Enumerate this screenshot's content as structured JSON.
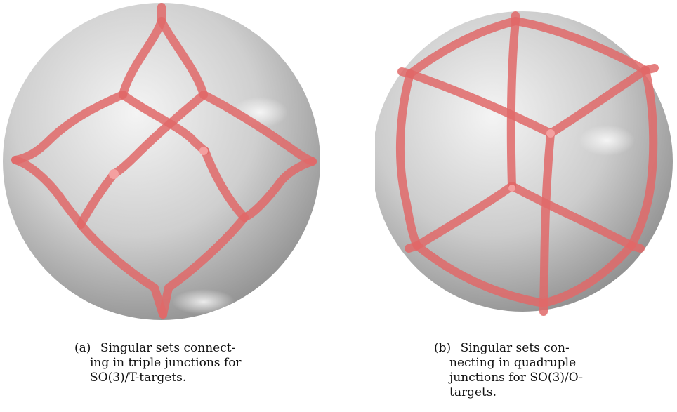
{
  "figure": {
    "panels": [
      {
        "id": "a",
        "label": "(a)",
        "caption_lines": [
          "Singular sets connect-",
          "ing in triple junctions for",
          "SO(3)/T-targets."
        ]
      },
      {
        "id": "b",
        "label": "(b)",
        "caption_lines": [
          "Singular   sets   con-",
          "necting    in    quadruple",
          "junctions for SO(3)/O-",
          "targets."
        ]
      }
    ],
    "colors": {
      "sphere_light": "#f2f2f2",
      "sphere_mid": "#c4c4c4",
      "sphere_dark": "#8a8a8a",
      "singular_set": "#e06868"
    }
  }
}
